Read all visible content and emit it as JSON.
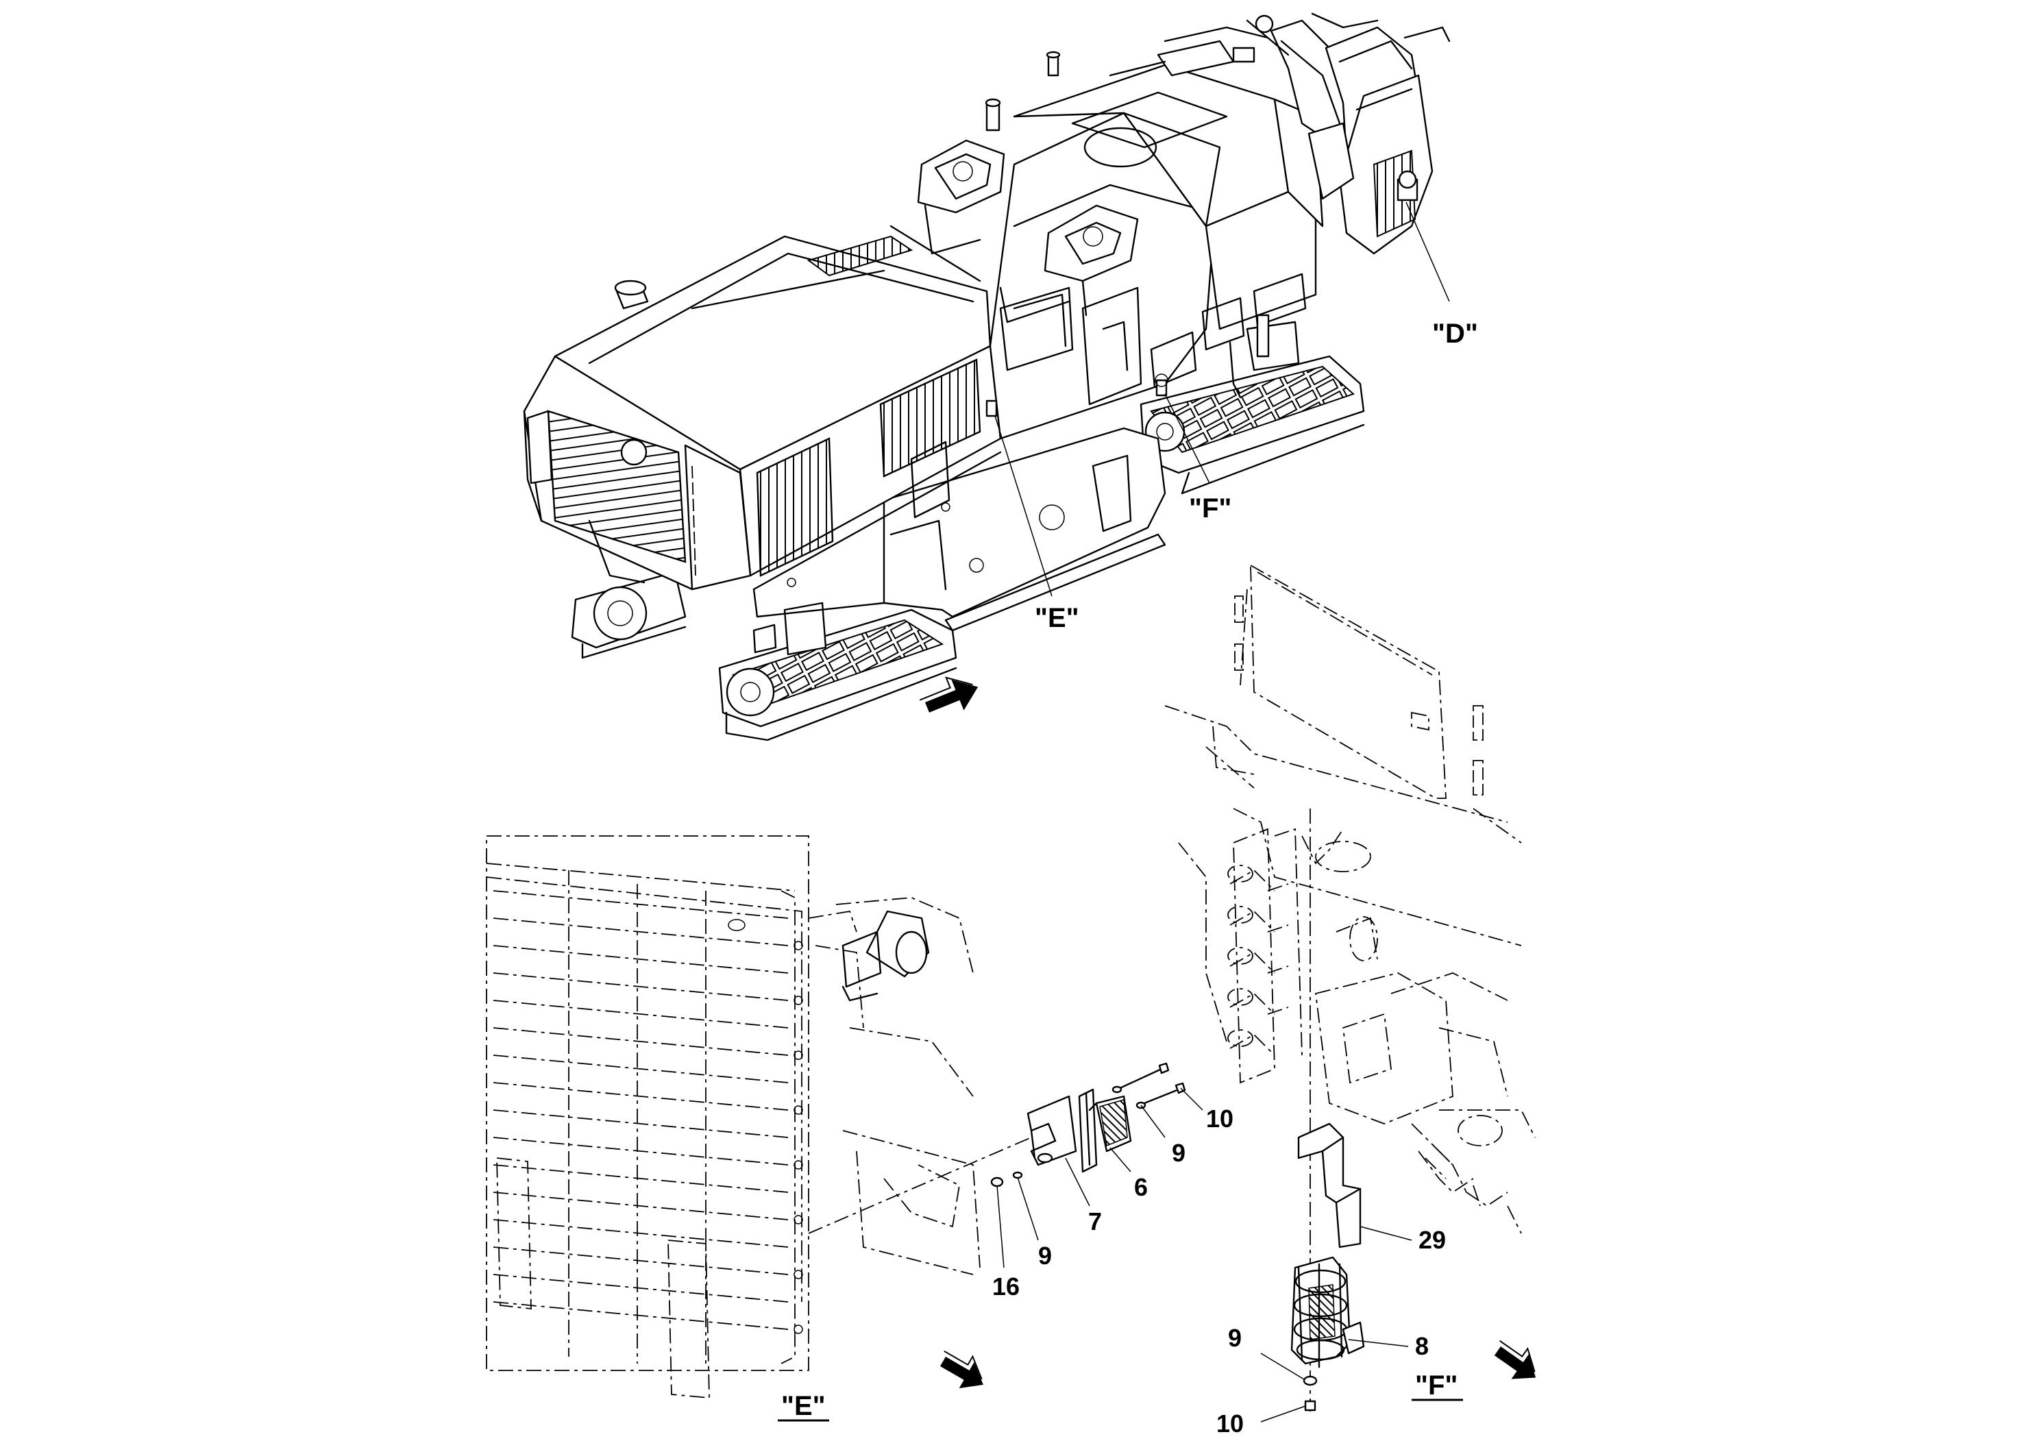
{
  "views": [
    {
      "id": "D",
      "label": "\"D\""
    },
    {
      "id": "E",
      "label": "\"E\""
    },
    {
      "id": "F",
      "label": "\"F\""
    }
  ],
  "detail_titles": {
    "e": "\"E\"",
    "f": "\"F\""
  },
  "callouts_e": [
    "10",
    "9",
    "6",
    "7",
    "9",
    "16"
  ],
  "callouts_f": [
    "29",
    "8",
    "9",
    "10"
  ],
  "icons": [
    "direction-arrow-icon"
  ]
}
